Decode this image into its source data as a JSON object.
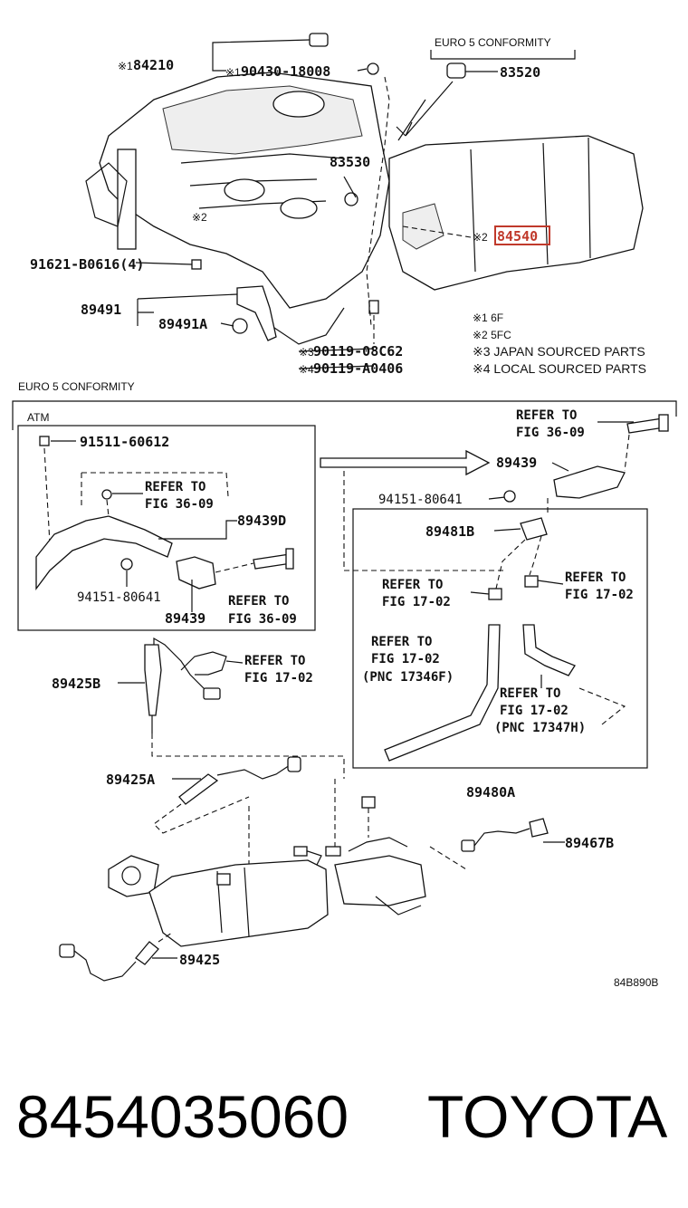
{
  "top": {
    "euro5_title": "EURO 5 CONFORMITY",
    "labels": {
      "l84210": "84210",
      "l90430": "90430-18008",
      "l83520": "83520",
      "l83530": "83530",
      "l84540": "84540",
      "l91621": "91621-B0616(4)",
      "l89491": "89491",
      "l89491a": "89491A",
      "l90119c": "90119-08C62",
      "l90119a": "90119-A0406"
    },
    "marks": {
      "m1": "※1",
      "m1b": "※1",
      "m2": "※2",
      "m2b": "※2",
      "m3": "※3",
      "m4": "※4"
    },
    "legend": [
      "※1 6F",
      "※2 5FC",
      "※3 JAPAN SOURCED PARTS",
      "※4 LOCAL SOURCED PARTS"
    ],
    "highlight_color": "#c0392b"
  },
  "bottom": {
    "euro5_title": "EURO 5 CONFORMITY",
    "atm_title": "ATM",
    "labels": {
      "l91511": "91511-60612",
      "l89439d": "89439D",
      "l94151a": "94151-80641",
      "l89439a": "89439",
      "l89425b": "89425B",
      "l89425a": "89425A",
      "l89425": "89425",
      "l89439b": "89439",
      "l94151b": "94151-80641",
      "l89481b": "89481B",
      "l89480a": "89480A",
      "l89467b": "89467B",
      "code": "84B890B"
    },
    "refs": {
      "r1a": "REFER TO",
      "r1b": "FIG 36-09",
      "r2a": "REFER TO",
      "r2b": "FIG 36-09",
      "r3a": "REFER TO",
      "r3b": "FIG 17-02",
      "r4a": "REFER TO",
      "r4b": "FIG 36-09",
      "r5a": "REFER TO",
      "r5b": "FIG 17-02",
      "r6a": "REFER TO",
      "r6b": "FIG 17-02",
      "r7a": "REFER TO",
      "r7b": "FIG 17-02",
      "r7c": "(PNC 17346F)",
      "r8a": "REFER TO",
      "r8b": "FIG 17-02",
      "r8c": "(PNC 17347H)"
    }
  },
  "footer": {
    "part_number": "8454035060",
    "brand": "TOYOTA"
  }
}
